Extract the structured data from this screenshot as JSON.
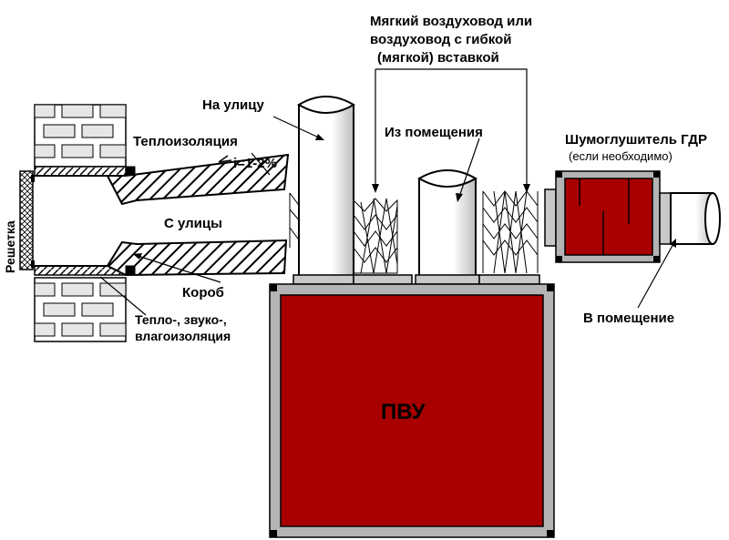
{
  "labels": {
    "flex_duct_line1": "Мягкий воздуховод или",
    "flex_duct_line2": "воздуховод с гибкой",
    "flex_duct_line3": "(мягкой) вставкой",
    "to_street": "На улицу",
    "from_room": "Из помещения",
    "thermal_insulation": "Теплоизоляция",
    "slope": "i=1-2%",
    "from_street": "С улицы",
    "grille": "Решетка",
    "box": "Короб",
    "insulation_line1": "Тепло-, звуко-,",
    "insulation_line2": "влагоизоляция",
    "silencer_title": "Шумоглушитель ГДР",
    "silencer_note": "(если необходимо)",
    "to_room": "В  помещение",
    "unit": "ПВУ"
  },
  "colors": {
    "unit_fill": "#a80000",
    "frame": "#b4b4b4",
    "wall_fill": "#ffffff",
    "brick_line": "#000000"
  }
}
